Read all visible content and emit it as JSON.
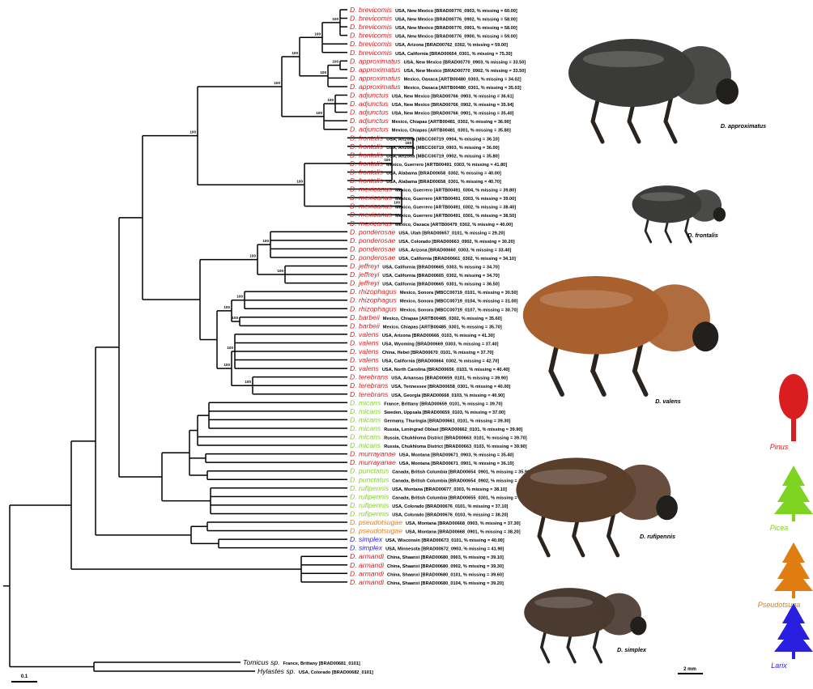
{
  "colors": {
    "Pinus": "#d81e1e",
    "Picea": "#7fd321",
    "Pseudotsuga": "#e07d10",
    "Larix": "#2a1ee0",
    "outgroup": "#000000"
  },
  "tips": [
    {
      "name": "D. brevicomis",
      "meta": "USA, New Mexico [BRAD00776_0903, % missing = 60.00]",
      "host": "Pinus"
    },
    {
      "name": "D. brevicomis",
      "meta": "USA, New Mexico [BRAD00776_0902, % missing = 58.00]",
      "host": "Pinus"
    },
    {
      "name": "D. brevicomis",
      "meta": "USA, New Mexico [BRAD00776_0901, % missing = 58.00]",
      "host": "Pinus"
    },
    {
      "name": "D. brevicomis",
      "meta": "USA, New Mexico [BRAD00776_0900, % missing = 59.00]",
      "host": "Pinus"
    },
    {
      "name": "D. brevicomis",
      "meta": "USA, Arizona [BRAD00762_0302, % missing = 59.00]",
      "host": "Pinus"
    },
    {
      "name": "D. brevicomis",
      "meta": "USA, California [BRAD00654_0301, % missing = 75.30]",
      "host": "Pinus"
    },
    {
      "name": "D. approximatus",
      "meta": "USA, New Mexico [BRAD00770_0903, % missing = 33.50]",
      "host": "Pinus"
    },
    {
      "name": "D. approximatus",
      "meta": "USA, New Mexico [BRAD00770_0902, % missing = 33.50]",
      "host": "Pinus"
    },
    {
      "name": "D. approximatus",
      "meta": "Mexico, Oaxaca [ARTB00480_0303, % missing = 34.02]",
      "host": "Pinus"
    },
    {
      "name": "D. approximatus",
      "meta": "Mexico, Oaxaca [ARTB00480_0301, % missing = 35.03]",
      "host": "Pinus"
    },
    {
      "name": "D. adjunctus",
      "meta": "USA, New Mexico [BRAD00766_0903, % missing = 36.61]",
      "host": "Pinus"
    },
    {
      "name": "D. adjunctus",
      "meta": "USA, New Mexico [BRAD00766_0902, % missing = 35.94]",
      "host": "Pinus"
    },
    {
      "name": "D. adjunctus",
      "meta": "USA, New Mexico [BRAD00766_0901, % missing = 35.40]",
      "host": "Pinus"
    },
    {
      "name": "D. adjunctus",
      "meta": "Mexico, Chiapas [ARTB00481_0302, % missing = 36.90]",
      "host": "Pinus"
    },
    {
      "name": "D. adjunctus",
      "meta": "Mexico, Chiapas [ARTB00481_0301, % missing = 35.80]",
      "host": "Pinus"
    },
    {
      "name": "D. frontalis",
      "meta": "USA, Arizona [MBCC00719_0904, % missing = 36.10]",
      "host": "Pinus"
    },
    {
      "name": "D. frontalis",
      "meta": "USA, Arizona [MBCC00719_0903, % missing = 36.00]",
      "host": "Pinus"
    },
    {
      "name": "D. frontalis",
      "meta": "USA, Arizona [MBCC00719_0902, % missing = 35.80]",
      "host": "Pinus"
    },
    {
      "name": "D. frontalis",
      "meta": "Mexico, Guerrero [ARTB00491_0303, % missing = 41.80]",
      "host": "Pinus"
    },
    {
      "name": "D. frontalis",
      "meta": "USA, Alabama [BRAD00658_0302, % missing = 40.00]",
      "host": "Pinus"
    },
    {
      "name": "D. frontalis",
      "meta": "USA, Alabama [BRAD00658_0301, % missing = 40.70]",
      "host": "Pinus"
    },
    {
      "name": "D. mexicanus",
      "meta": "Mexico, Guerrero [ARTB00491_0304, % missing = 39.80]",
      "host": "Pinus"
    },
    {
      "name": "D. mexicanus",
      "meta": "Mexico, Guerrero [ARTB00491_0303, % missing = 39.00]",
      "host": "Pinus"
    },
    {
      "name": "D. mexicanus",
      "meta": "Mexico, Guerrero [ARTB00491_0302, % missing = 38.40]",
      "host": "Pinus"
    },
    {
      "name": "D. mexicanus",
      "meta": "Mexico, Guerrero [ARTB00491_0301, % missing = 38.50]",
      "host": "Pinus"
    },
    {
      "name": "D. mexicanus",
      "meta": "Mexico, Oaxaca [ARTB00479_0302, % missing = 40.00]",
      "host": "Pinus"
    },
    {
      "name": "D. ponderosae",
      "meta": "USA, Utah [BRAD00657_0101, % missing = 29.20]",
      "host": "Pinus"
    },
    {
      "name": "D. ponderosae",
      "meta": "USA, Colorado [BRAD00663_0902, % missing = 30.20]",
      "host": "Pinus"
    },
    {
      "name": "D. ponderosae",
      "meta": "USA, Arizona [BRAD00660_0303, % missing = 33.40]",
      "host": "Pinus"
    },
    {
      "name": "D. ponderosae",
      "meta": "USA, California [BRAD00661_0302, % missing = 34.10]",
      "host": "Pinus"
    },
    {
      "name": "D. jeffreyi",
      "meta": "USA, California [BRAD00665_0303, % missing = 34.70]",
      "host": "Pinus"
    },
    {
      "name": "D. jeffreyi",
      "meta": "USA, California [BRAD00665_0302, % missing = 34.70]",
      "host": "Pinus"
    },
    {
      "name": "D. jeffreyi",
      "meta": "USA, California [BRAD00665_0301, % missing = 36.50]",
      "host": "Pinus"
    },
    {
      "name": "D. rhizophagus",
      "meta": "Mexico, Sonora [MBCC00719_0101, % missing = 30.50]",
      "host": "Pinus"
    },
    {
      "name": "D. rhizophagus",
      "meta": "Mexico, Sonora [MBCC00719_0104, % missing = 31.00]",
      "host": "Pinus"
    },
    {
      "name": "D. rhizophagus",
      "meta": "Mexico, Sonora [MBCC00719_0107, % missing = 30.70]",
      "host": "Pinus"
    },
    {
      "name": "D. barbeii",
      "meta": "Mexico, Chiapas [ARTB00485_0302, % missing = 35.60]",
      "host": "Pinus"
    },
    {
      "name": "D. barbeii",
      "meta": "Mexico, Chiapas [ARTB00485_0301, % missing = 35.70]",
      "host": "Pinus"
    },
    {
      "name": "D. valens",
      "meta": "USA, Arizona [BRAD00666_0103, % missing = 41.30]",
      "host": "Pinus"
    },
    {
      "name": "D. valens",
      "meta": "USA, Wyoming [BRAD00669_0303, % missing = 37.40]",
      "host": "Pinus"
    },
    {
      "name": "D. valens",
      "meta": "China, Hebei [BRAD00670_0101, % missing = 37.70]",
      "host": "Pinus"
    },
    {
      "name": "D. valens",
      "meta": "USA, California [BRAD00664_0302, % missing = 42.70]",
      "host": "Pinus"
    },
    {
      "name": "D. valens",
      "meta": "USA, North Carolina [BRAD00656_0103, % missing = 40.40]",
      "host": "Pinus"
    },
    {
      "name": "D. terebrans",
      "meta": "USA, Arkansas [BRAD00659_0101, % missing = 39.90]",
      "host": "Pinus"
    },
    {
      "name": "D. terebrans",
      "meta": "USA, Tennessee [BRAD00658_0301, % missing = 40.00]",
      "host": "Pinus"
    },
    {
      "name": "D. terebrans",
      "meta": "USA, Georgia [BRAD00668_0103, % missing = 40.90]",
      "host": "Pinus"
    },
    {
      "name": "D. micans",
      "meta": "France, Brittany [BRAD00659_0101, % missing = 39.70]",
      "host": "Picea"
    },
    {
      "name": "D. micans",
      "meta": "Sweden, Uppsala [BRAD00659_0103, % missing = 37.00]",
      "host": "Picea"
    },
    {
      "name": "D. micans",
      "meta": "Germany, Thuringia [BRAD00661_0101, % missing = 39.30]",
      "host": "Picea"
    },
    {
      "name": "D. micans",
      "meta": "Russia, Leningrad Oblast [BRAD00662_0101, % missing = 39.90]",
      "host": "Picea"
    },
    {
      "name": "D. micans",
      "meta": "Russia, Chukhloma District [BRAD00663_0101, % missing = 39.70]",
      "host": "Picea"
    },
    {
      "name": "D. micans",
      "meta": "Russia, Chukhloma District [BRAD00663_0103, % missing = 39.90]",
      "host": "Picea"
    },
    {
      "name": "D. murrayanae",
      "meta": "USA, Montana [BRAD00671_0903, % missing = 35.40]",
      "host": "Pinus"
    },
    {
      "name": "D. murrayanae",
      "meta": "USA, Montana [BRAD00671_0901, % missing = 36.10]",
      "host": "Pinus"
    },
    {
      "name": "D. punctatus",
      "meta": "Canada, British Columbia [BRAD00654_0901, % missing = 35.90]",
      "host": "Picea"
    },
    {
      "name": "D. punctatus",
      "meta": "Canada, British Columbia [BRAD00654_0902, % missing = 36.20]",
      "host": "Picea"
    },
    {
      "name": "D. rufipennis",
      "meta": "USA, Montana [BRAD00677_0303, % missing = 38.10]",
      "host": "Picea"
    },
    {
      "name": "D. rufipennis",
      "meta": "Canada, British Columbia [BRAD00655_0301, % missing = 38.80]",
      "host": "Picea"
    },
    {
      "name": "D. rufipennis",
      "meta": "USA, Colorado [BRAD00676_0101, % missing = 37.10]",
      "host": "Picea"
    },
    {
      "name": "D. rufipennis",
      "meta": "USA, Colorado [BRAD00676_0103, % missing = 38.20]",
      "host": "Picea"
    },
    {
      "name": "D. pseudotsugae",
      "meta": "USA, Montana [BRAD00668_0903, % missing = 37.30]",
      "host": "Pseudotsuga"
    },
    {
      "name": "D. pseudotsugae",
      "meta": "USA, Montana [BRAD00668_0901, % missing = 38.20]",
      "host": "Pseudotsuga"
    },
    {
      "name": "D. simplex",
      "meta": "USA, Wisconsin [BRAD00673_0101, % missing = 40.00]",
      "host": "Larix"
    },
    {
      "name": "D. simplex",
      "meta": "USA, Minnesota [BRAD00672_0903, % missing = 41.90]",
      "host": "Larix"
    },
    {
      "name": "D. armandi",
      "meta": "China, Shaanxi [BRAD00680_0903, % missing = 39.10]",
      "host": "Pinus"
    },
    {
      "name": "D. armandi",
      "meta": "China, Shaanxi [BRAD00680_0902, % missing = 39.30]",
      "host": "Pinus"
    },
    {
      "name": "D. armandi",
      "meta": "China, Shaanxi [BRAD00680_0101, % missing = 39.60]",
      "host": "Pinus"
    },
    {
      "name": "D. armandi",
      "meta": "China, Shaanxi [BRAD00680_0104, % missing = 39.20]",
      "host": "Pinus"
    }
  ],
  "outgroups": [
    {
      "name": "Tomicus sp.",
      "meta": "France, Brittany [BRAD00681_0101]"
    },
    {
      "name": "Hylastes sp.",
      "meta": "USA, Colorado [BRAD00682_0101]"
    }
  ],
  "support_values": [
    "100",
    "100",
    "100",
    "100",
    "100",
    "100",
    "100",
    "100",
    "100",
    "100",
    "100",
    "100",
    "100",
    "100",
    "100",
    "100",
    "100",
    "100",
    "100",
    "100",
    "100",
    "100"
  ],
  "beetles": [
    {
      "label": "D. approximatus",
      "body": "#3a3b38"
    },
    {
      "label": "D. frontalis",
      "body": "#3b3b39"
    },
    {
      "label": "D. valens",
      "body": "#a8602e"
    },
    {
      "label": "D. rufipennis",
      "body": "#5a3e2c"
    },
    {
      "label": "D. simplex",
      "body": "#4a3a30"
    }
  ],
  "hosts": [
    {
      "label": "Pinus",
      "key": "Pinus"
    },
    {
      "label": "Picea",
      "key": "Picea"
    },
    {
      "label": "Pseudotsuga",
      "key": "Pseudotsuga"
    },
    {
      "label": "Larix",
      "key": "Larix"
    }
  ],
  "tree_scale_label": "0.1",
  "photo_scale_label": "2 mm"
}
